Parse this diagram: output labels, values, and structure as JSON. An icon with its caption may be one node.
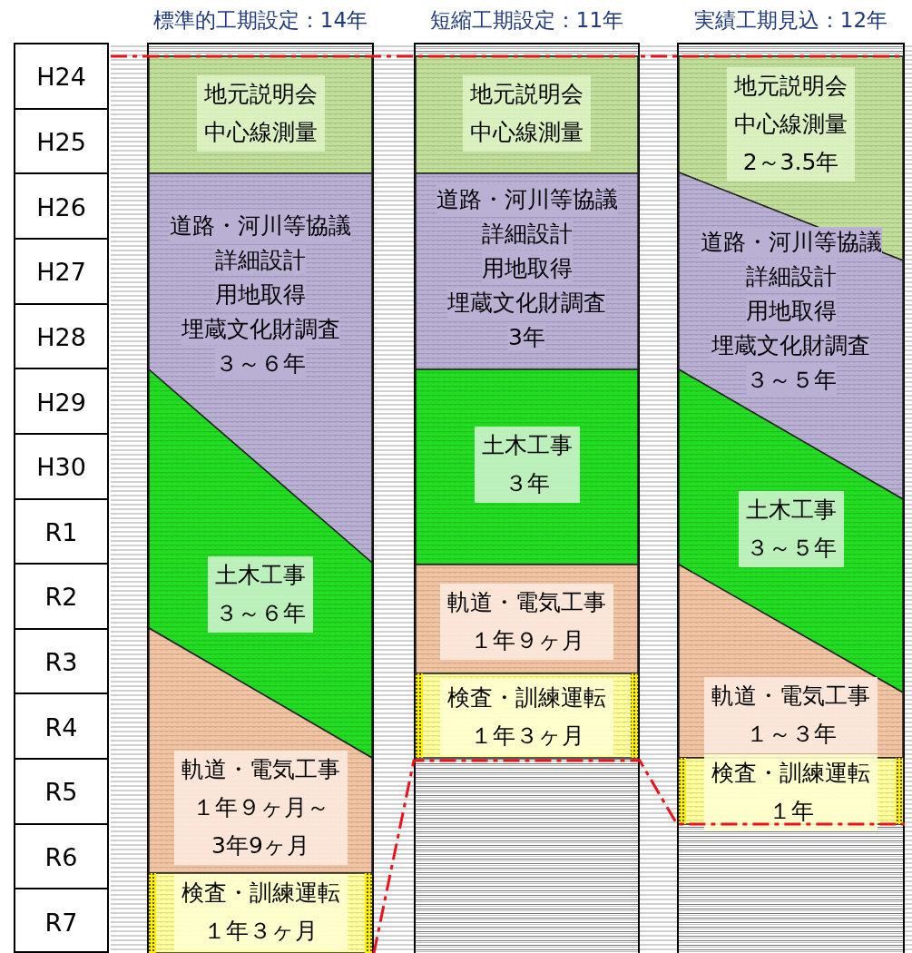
{
  "diagram": {
    "nodes": [
      {
        "text": [
          "H24"
        ]
      },
      {
        "text": [
          "H25"
        ]
      },
      {
        "text": [
          "H26"
        ]
      },
      {
        "text": [
          "H27"
        ]
      },
      {
        "text": [
          "H28"
        ]
      },
      {
        "text": [
          "H29"
        ]
      },
      {
        "text": [
          "H30"
        ]
      },
      {
        "text": [
          "R1"
        ]
      },
      {
        "text": [
          "R2"
        ]
      },
      {
        "text": [
          "R3"
        ]
      },
      {
        "text": [
          "R4"
        ]
      },
      {
        "text": [
          "R5"
        ]
      },
      {
        "text": [
          "R6"
        ]
      },
      {
        "text": [
          "R7"
        ]
      },
      {
        "text": [
          "標準的工期設定：14年"
        ]
      },
      {
        "text": [
          "地元説明会",
          "中心線測量"
        ],
        "in": 14
      },
      {
        "text": [
          "道路・河川等協議",
          "詳細設計",
          "用地取得",
          "埋蔵文化財調査",
          "３～６年"
        ],
        "in": 14
      },
      {
        "text": [
          "土木工事",
          "３～６年"
        ],
        "in": 14
      },
      {
        "text": [
          "軌道・電気工事",
          "１年９ヶ月～",
          "3年9ヶ月"
        ],
        "in": 14
      },
      {
        "text": [
          "検査・訓練運転",
          "１年３ヶ月"
        ],
        "in": 14
      },
      {
        "text": [
          "短縮工期設定：11年"
        ]
      },
      {
        "text": [
          "地元説明会",
          "中心線測量"
        ],
        "in": 20
      },
      {
        "text": [
          "道路・河川等協議",
          "詳細設計",
          "用地取得",
          "埋蔵文化財調査",
          "3年"
        ],
        "in": 20
      },
      {
        "text": [
          "土木工事",
          "３年"
        ],
        "in": 20
      },
      {
        "text": [
          "軌道・電気工事",
          "１年９ヶ月"
        ],
        "in": 20
      },
      {
        "text": [
          "検査・訓練運転",
          "１年３ヶ月"
        ],
        "in": 20
      },
      {
        "text": [
          "実績工期見込：12年"
        ]
      },
      {
        "text": [
          "地元説明会",
          "中心線測量",
          "2～3.5年"
        ],
        "in": 26
      },
      {
        "text": [
          "道路・河川等協議",
          "詳細設計",
          "用地取得",
          "埋蔵文化財調査",
          "３～５年"
        ],
        "in": 26
      },
      {
        "text": [
          "土木工事",
          "３～５年"
        ],
        "in": 26
      },
      {
        "text": [
          "軌道・電気工事",
          "１～３年"
        ],
        "in": 26
      },
      {
        "text": [
          "検査・訓練運転",
          "１年"
        ],
        "in": 26
      }
    ]
  }
}
